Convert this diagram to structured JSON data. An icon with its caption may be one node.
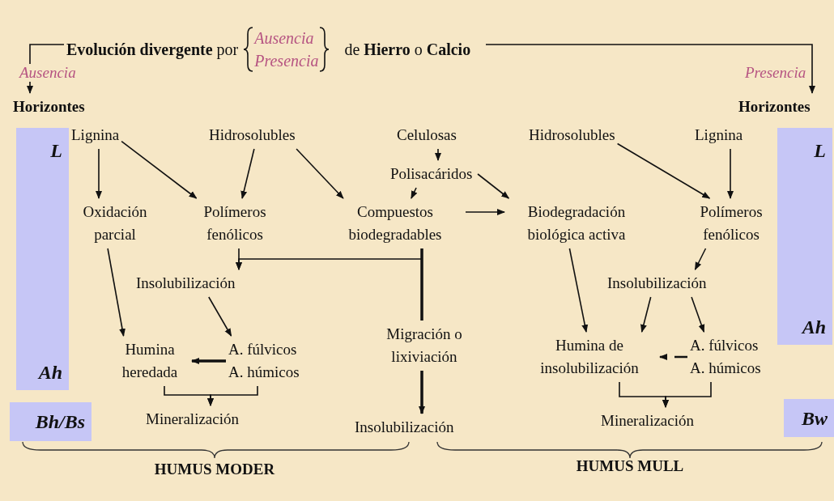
{
  "diagram": {
    "nodes": [
      {
        "text": [
          "**Evolución divergente** por",
          "Ausencia",
          "Presencia",
          "de **Hierro** o **Calcio**"
        ]
      },
      {
        "text": [
          "Horizontes"
        ]
      },
      {
        "text": [
          "Horizontes"
        ]
      },
      {
        "text": [
          "L",
          "Ah"
        ]
      },
      {
        "text": [
          "L",
          "Ah"
        ]
      },
      {
        "text": [
          "Lignina"
        ]
      },
      {
        "text": [
          "Hidrosolubles"
        ]
      },
      {
        "text": [
          "Celulosas"
        ]
      },
      {
        "text": [
          "Hidrosolubles"
        ]
      },
      {
        "text": [
          "Lignina"
        ]
      },
      {
        "text": [
          "Polisacáridos"
        ]
      },
      {
        "text": [
          "Oxidación parcial"
        ]
      },
      {
        "text": [
          "Polímeros fenólicos"
        ]
      },
      {
        "text": [
          "Compuestos biodegradables"
        ]
      },
      {
        "text": [
          "Biodegradación biológica activa"
        ]
      },
      {
        "text": [
          "Polímeros fenólicos"
        ]
      },
      {
        "text": [
          "Insolubilización"
        ]
      },
      {
        "text": [
          "Insolubilización"
        ]
      },
      {
        "text": [
          "Humina heredada"
        ]
      },
      {
        "text": [
          "A. fúlvicos A. húmicos"
        ]
      },
      {
        "text": [
          "Migración o lixiviación"
        ]
      },
      {
        "text": [
          "Humina de insolubilización"
        ]
      },
      {
        "text": [
          "A. fúlvicos A. húmicos"
        ]
      },
      {
        "text": [
          "Mineralización"
        ]
      },
      {
        "text": [
          "Insolubilización"
        ]
      },
      {
        "text": [
          "Mineralización"
        ]
      },
      {
        "text": [
          "Bh/Bs"
        ]
      },
      {
        "text": [
          "Bw"
        ]
      }
    ],
    "edges": [
      {
        "from": 0,
        "to": 1,
        "arrow": "to",
        "label": "Ausencia"
      },
      {
        "from": 0,
        "to": 2,
        "arrow": "to",
        "label": "Presencia"
      },
      {
        "from": 5,
        "to": 11,
        "arrow": "to"
      },
      {
        "from": 5,
        "to": 12,
        "arrow": "to"
      },
      {
        "from": 6,
        "to": 12,
        "arrow": "to"
      },
      {
        "from": 6,
        "to": 13,
        "arrow": "to"
      },
      {
        "from": 7,
        "to": 10,
        "arrow": "to"
      },
      {
        "from": 10,
        "to": 13,
        "arrow": "to"
      },
      {
        "from": 10,
        "to": 14,
        "arrow": "to"
      },
      {
        "from": 13,
        "to": 14,
        "arrow": "to"
      },
      {
        "from": 8,
        "to": 15,
        "arrow": "to"
      },
      {
        "from": 9,
        "to": 15,
        "arrow": "to"
      },
      {
        "from": 12,
        "to": 16,
        "arrow": "to"
      },
      {
        "from": 13,
        "to": 16,
        "arrow": "to"
      },
      {
        "from": 13,
        "to": 20,
        "arrow": "none",
        "style": "thick"
      },
      {
        "from": 20,
        "to": 24,
        "arrow": "to",
        "style": "thick"
      },
      {
        "from": 11,
        "to": 18,
        "arrow": "to"
      },
      {
        "from": 16,
        "to": 19,
        "arrow": "to"
      },
      {
        "from": 19,
        "to": 18,
        "arrow": "to",
        "style": "thick"
      },
      {
        "from": 18,
        "to": 23,
        "arrow": "to"
      },
      {
        "from": 19,
        "to": 23,
        "arrow": "to"
      },
      {
        "from": 14,
        "to": 21,
        "arrow": "to"
      },
      {
        "from": 15,
        "to": 17,
        "arrow": "to"
      },
      {
        "from": 17,
        "to": 21,
        "arrow": "to"
      },
      {
        "from": 17,
        "to": 22,
        "arrow": "to"
      },
      {
        "from": 22,
        "to": 21,
        "arrow": "to",
        "style": "dashed"
      },
      {
        "from": 21,
        "to": 25,
        "arrow": "to"
      },
      {
        "from": 22,
        "to": 25,
        "arrow": "to"
      }
    ],
    "labels": [
      "HUMUS MODER",
      "HUMUS MULL"
    ]
  }
}
